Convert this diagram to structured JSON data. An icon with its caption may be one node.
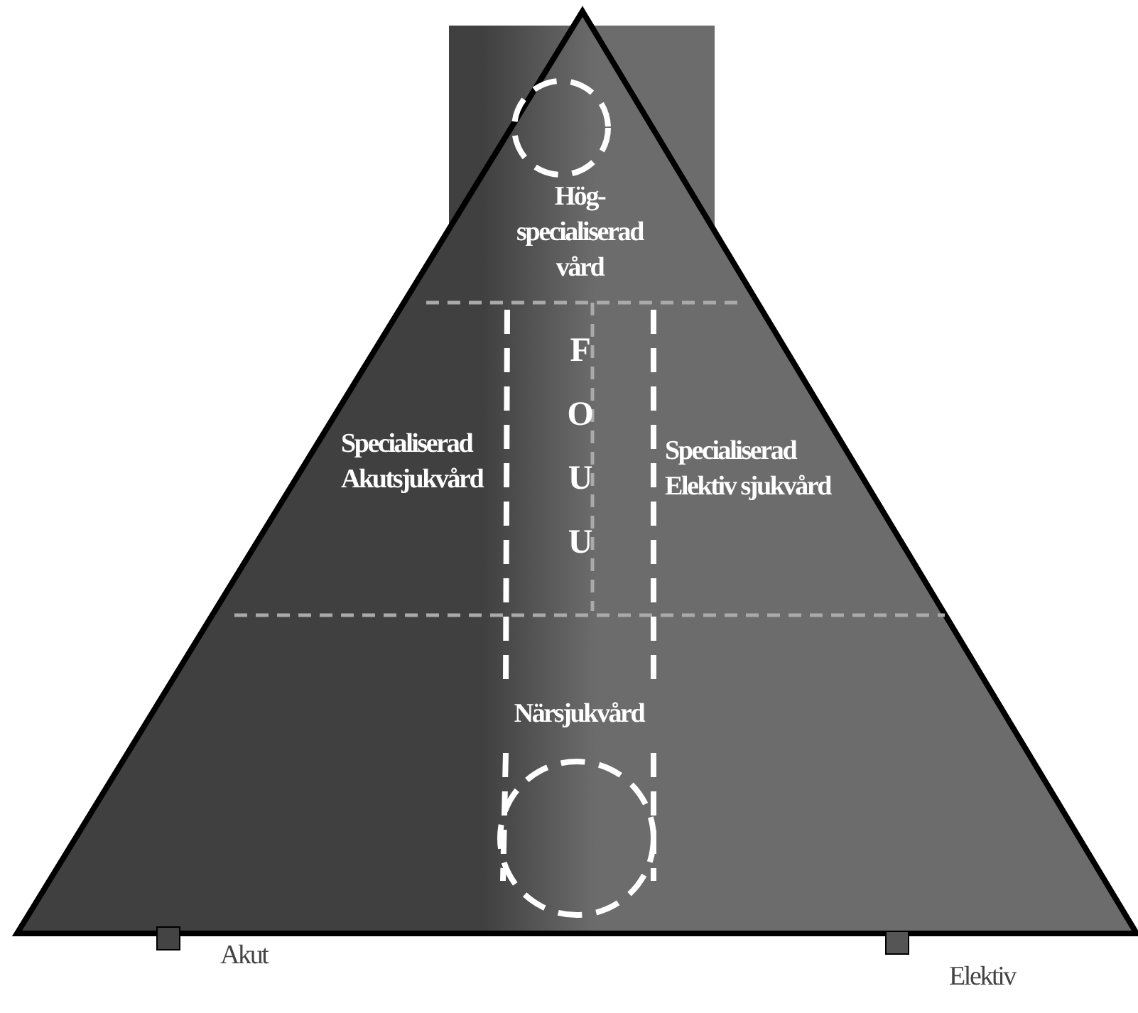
{
  "diagram": {
    "labels": [
      "Hög-specialiserad vård",
      "F",
      "O",
      "U",
      "U",
      "Specialiserad Akutsjukvård",
      "Specialiserad Elektiv sjukvård",
      "Närsjukvård"
    ],
    "legend": [
      {
        "text": "Akut",
        "color": "#444444"
      },
      {
        "text": "Elektiv",
        "color": "#555555"
      }
    ]
  }
}
